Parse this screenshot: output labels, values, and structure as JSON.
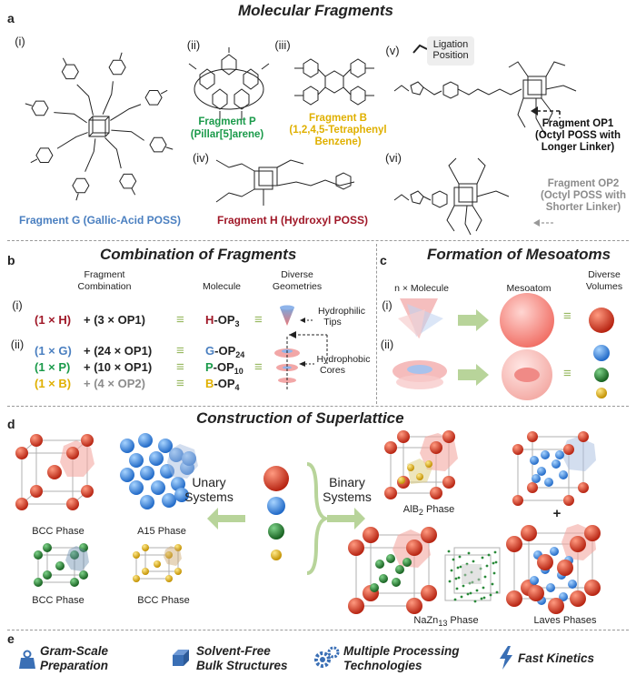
{
  "colors": {
    "red": "#a01828",
    "blue": "#4a7fc0",
    "green": "#1a9a4a",
    "gold": "#e0b000",
    "gray": "#8c8c8c",
    "black": "#111111",
    "sphere_red": "#c8321e",
    "sphere_blue": "#3c8ee0",
    "sphere_green": "#1f7a2a",
    "sphere_gold": "#e0b21a",
    "arrow_green": "#b8d49a"
  },
  "panel_a": {
    "letter": "a",
    "title": "Molecular Fragments",
    "i": "(i)",
    "ii": "(ii)",
    "iii": "(iii)",
    "iv": "(iv)",
    "v": "(v)",
    "vi": "(vi)",
    "ligation": "Ligation Position",
    "fragG": "Fragment G (Gallic-Acid POSS)",
    "fragP_1": "Fragment P",
    "fragP_2": "(Pillar[5]arene)",
    "fragB_1": "Fragment B",
    "fragB_2": "(1,2,4,5-Tetraphenyl",
    "fragB_3": "Benzene)",
    "fragH": "Fragment H (Hydroxyl POSS)",
    "fragOP1_1": "Fragment OP1",
    "fragOP1_2": "(Octyl POSS with",
    "fragOP1_3": "Longer Linker)",
    "fragOP2_1": "Fragment OP2",
    "fragOP2_2": "(Octyl POSS with",
    "fragOP2_3": "Shorter Linker)"
  },
  "panel_b": {
    "letter": "b",
    "title": "Combination of Fragments",
    "h1": "Fragment",
    "h2": "Combination",
    "h3": "Molecule",
    "h4": "Diverse",
    "h5": "Geometries",
    "i": "(i)",
    "ii": "(ii)",
    "r1a": "(1 × H)",
    "r1b": "+ (3 × OP1)",
    "eq": "≡",
    "m1a": "H",
    "m1b": "-OP",
    "m1s": "3",
    "r2a": "(1 × G)",
    "r2b": "+ (24 × OP1)",
    "m2a": "G",
    "m2b": "-OP",
    "m2s": "24",
    "r3a": "(1 × P)",
    "r3b": "+ (10 × OP1)",
    "m3a": "P",
    "m3b": "-OP",
    "m3s": "10",
    "r4a": "(1 × B)",
    "r4b": "+ (4 × OP2)",
    "m4a": "B",
    "m4b": "-OP",
    "m4s": "4",
    "hydrophilic_1": "Hydrophilic",
    "hydrophilic_2": "Tips",
    "hydrophobic_1": "Hydrophobic",
    "hydrophobic_2": "Cores"
  },
  "panel_c": {
    "letter": "c",
    "title": "Formation of Mesoatoms",
    "h1": "n × Molecule",
    "h2": "Mesoatom",
    "h3": "Diverse",
    "h4": "Volumes",
    "i": "(i)",
    "ii": "(ii)",
    "eq": "≡"
  },
  "panel_d": {
    "letter": "d",
    "title": "Construction of Superlattice",
    "unary_1": "Unary",
    "unary_2": "Systems",
    "binary_1": "Binary",
    "binary_2": "Systems",
    "bcc1": "BCC Phase",
    "a15": "A15 Phase",
    "bcc2": "BCC Phase",
    "bcc3": "BCC Phase",
    "alb2_a": "AlB",
    "alb2_s": "2",
    "alb2_b": " Phase",
    "nazn_a": "NaZn",
    "nazn_s": "13",
    "nazn_b": " Phase",
    "laves": "Laves Phases",
    "plus": "+"
  },
  "panel_e": {
    "letter": "e",
    "f1a": "Gram-Scale",
    "f1b": "Preparation",
    "f2a": "Solvent-Free",
    "f2b": "Bulk Structures",
    "f3a": "Multiple Processing",
    "f3b": "Technologies",
    "f4a": "Fast Kinetics",
    "icons": [
      "weight-icon",
      "cube-icon",
      "gears-icon",
      "lightning-icon"
    ]
  }
}
